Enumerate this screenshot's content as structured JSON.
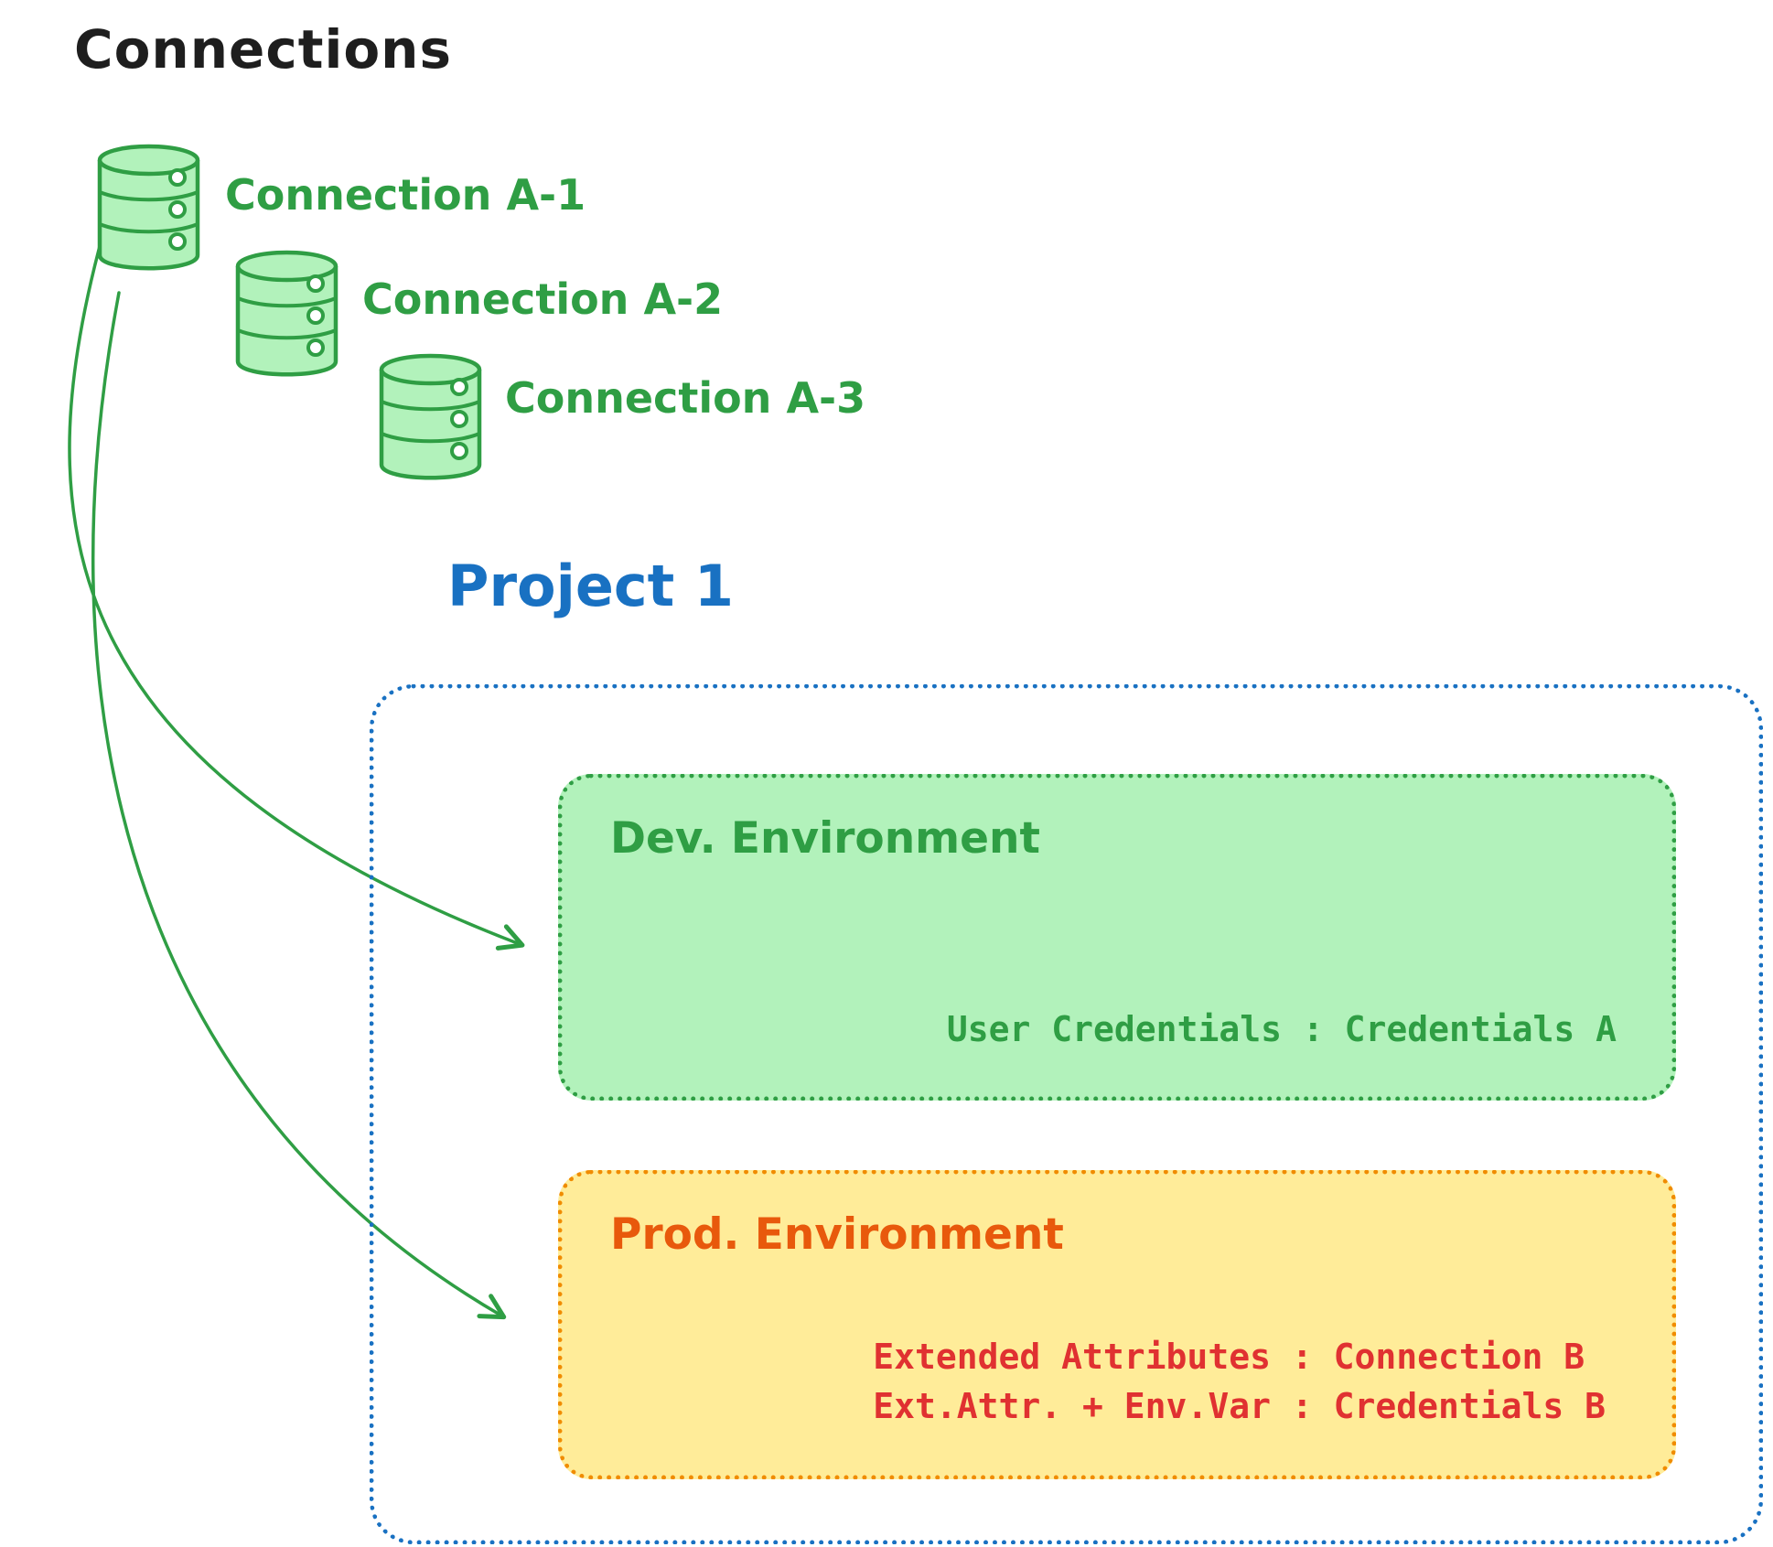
{
  "title": "Connections",
  "connections": [
    {
      "label": "Connection A-1",
      "icon": "database-icon"
    },
    {
      "label": "Connection A-2",
      "icon": "database-icon"
    },
    {
      "label": "Connection A-3",
      "icon": "database-icon"
    }
  ],
  "project": {
    "title": "Project 1",
    "environments": [
      {
        "name": "Dev. Environment",
        "lines": [
          "User Credentials : Credentials A"
        ]
      },
      {
        "name": "Prod. Environment",
        "lines": [
          "Extended Attributes : Connection B",
          "Ext.Attr. + Env.Var : Credentials B"
        ]
      }
    ]
  },
  "arrows": [
    {
      "name": "connection-a1-to-dev-environment"
    },
    {
      "name": "connection-a1-to-prod-environment"
    }
  ],
  "colors": {
    "green": "#2f9e44",
    "green_fill": "#b2f2bb",
    "blue": "#1971c2",
    "orange": "#f08c00",
    "orange_text": "#e8590c",
    "yellow_fill": "#ffec99",
    "red": "#e03131",
    "ink": "#1e1e1e"
  }
}
